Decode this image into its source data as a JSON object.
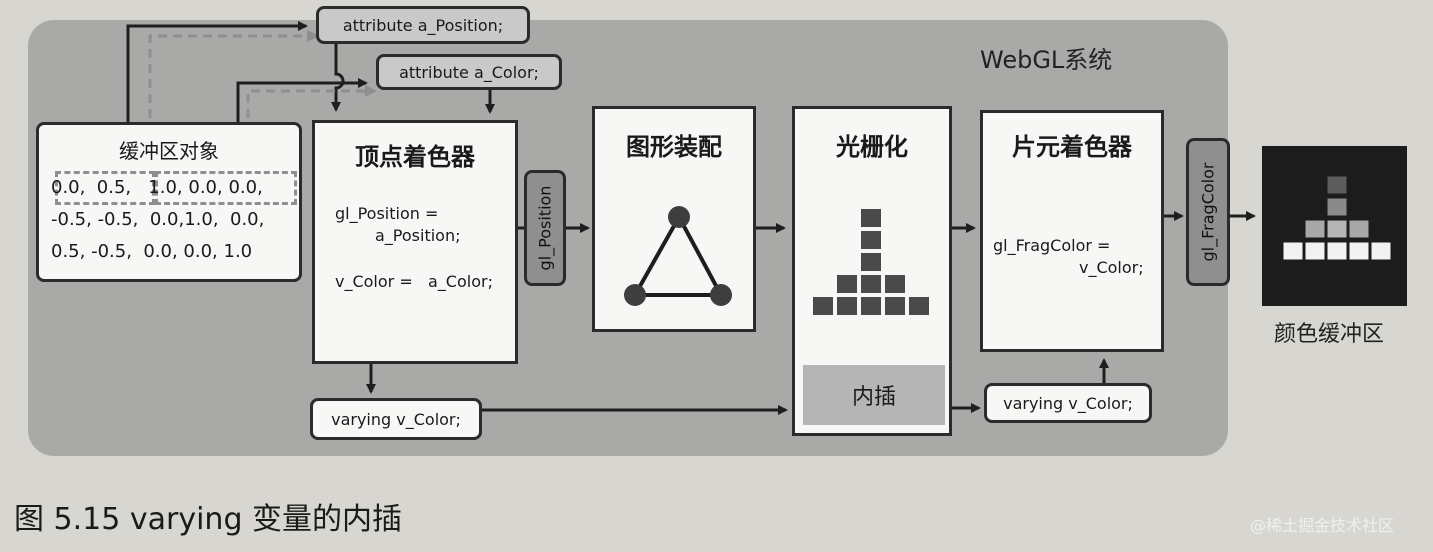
{
  "system_label": "WebGL系统",
  "caption": "图 5.15  varying 变量的内插",
  "watermark": "@稀土掘金技术社区",
  "buffer_object": {
    "title": "缓冲区对象",
    "rows": [
      "0.0,  0.5,   1.0, 0.0, 0.0,",
      "-0.5, -0.5,  0.0,1.0,  0.0,",
      "0.5, -0.5,  0.0, 0.0, 1.0"
    ]
  },
  "attributes": {
    "position": "attribute a_Position;",
    "color": "attribute a_Color;"
  },
  "vertex_shader": {
    "title": "顶点着色器",
    "code_position_1": "gl_Position =",
    "code_position_2": "a_Position;",
    "code_color": "v_Color =   a_Color;"
  },
  "gl_position_label": "gl_Position",
  "varying_left": "varying v_Color;",
  "primitive_assembly": {
    "title": "图形装配"
  },
  "rasterization": {
    "title": "光栅化",
    "interpolation": "内插"
  },
  "varying_right": "varying v_Color;",
  "fragment_shader": {
    "title": "片元着色器",
    "code_1": "gl_FragColor =",
    "code_2": "v_Color;"
  },
  "gl_fragcolor_label": "gl_FragColor",
  "color_buffer": {
    "label": "颜色缓冲区"
  },
  "colors": {
    "system_bg": "#a9a9a8",
    "box_fill": "#f7f7f5",
    "pixel_dark": "#4a4a4a",
    "pixel_light": "#f2f2f2",
    "dashed_arrow": "#8f8f8f"
  }
}
